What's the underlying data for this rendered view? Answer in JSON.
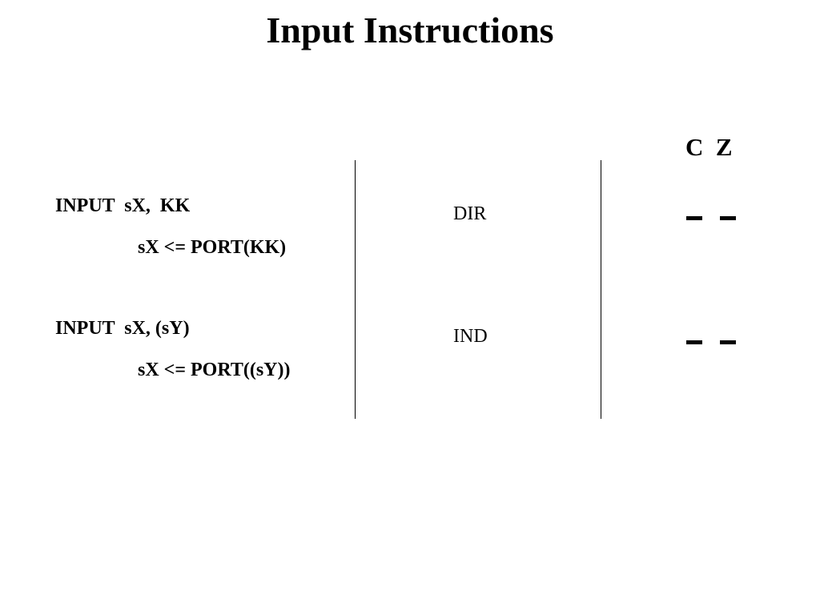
{
  "title": "Input Instructions",
  "flag_header": "C  Z",
  "rows": [
    {
      "syntax": "INPUT  sX,  KK",
      "effect": "sX <= PORT(KK)",
      "mode": "DIR",
      "flags": {
        "C": "–",
        "Z": "–"
      }
    },
    {
      "syntax": "INPUT  sX, (sY)",
      "effect": "sX <= PORT((sY))",
      "mode": "IND",
      "flags": {
        "C": "–",
        "Z": "–"
      }
    }
  ]
}
